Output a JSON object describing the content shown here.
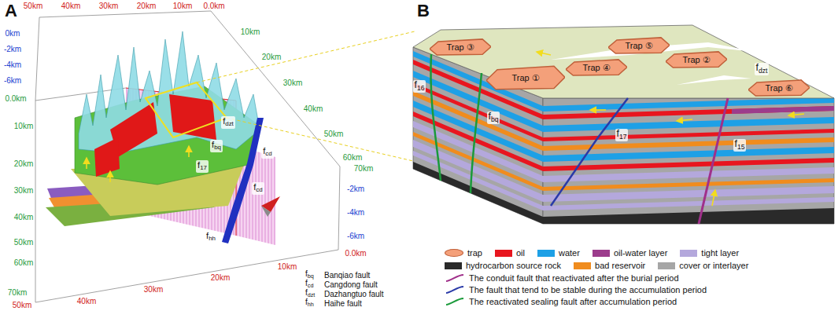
{
  "diagram": {
    "nodes": [
      {
        "text": [
          "Trap ③"
        ]
      },
      {
        "text": [
          "Trap ⑤"
        ]
      },
      {
        "text": [
          "Trap ②"
        ]
      },
      {
        "text": [
          "Trap ④"
        ]
      },
      {
        "text": [
          "Trap ①"
        ]
      },
      {
        "text": [
          "Trap ⑥"
        ]
      }
    ],
    "labels": [
      "A",
      "B",
      "50km",
      "40km",
      "30km",
      "20km",
      "10km",
      "0.0km",
      "0km",
      "-2km",
      "-4km",
      "-6km",
      "10km",
      "20km",
      "30km",
      "40km",
      "50km",
      "60km",
      "70km",
      "-2km",
      "-4km",
      "-6km",
      "0.0km",
      "0.0km",
      "10km",
      "20km",
      "30km",
      "40km",
      "50km",
      "60km",
      "70km",
      "50km",
      "40km",
      "30km",
      "20km",
      "10km",
      "fdzt",
      "fbq",
      "fcd",
      "f17",
      "fcd",
      "fhh",
      "fbq",
      "fcd",
      "fdzt",
      "fhh",
      "fdzt",
      "f16",
      "fbq",
      "f17",
      "f15"
    ],
    "legend": [
      {
        "text": "Banqiao fault"
      },
      {
        "text": "Cangdong fault"
      },
      {
        "text": "Dazhangtuo fault"
      },
      {
        "text": "Haihe fault"
      },
      {
        "text": "trap",
        "color": "#f4a07a"
      },
      {
        "text": "oil",
        "color": "#e8161f"
      },
      {
        "text": "water",
        "color": "#1ea0e6"
      },
      {
        "text": "oil-water layer",
        "color": "#9c3c8c"
      },
      {
        "text": "tight layer",
        "color": "#b4a8dc"
      },
      {
        "text": "hydrocarbon source rock",
        "color": "#2a2a2a"
      },
      {
        "text": "bad reservoir",
        "color": "#f08c1e"
      },
      {
        "text": "cover or interlayer",
        "color": "#a6a6a6"
      },
      {
        "text": "The conduit fault that reactivated after the burial period"
      },
      {
        "text": "The fault that tend to be stable during the accumulation period"
      },
      {
        "text": "The reactivated sealing fault after accumulation period"
      }
    ]
  }
}
